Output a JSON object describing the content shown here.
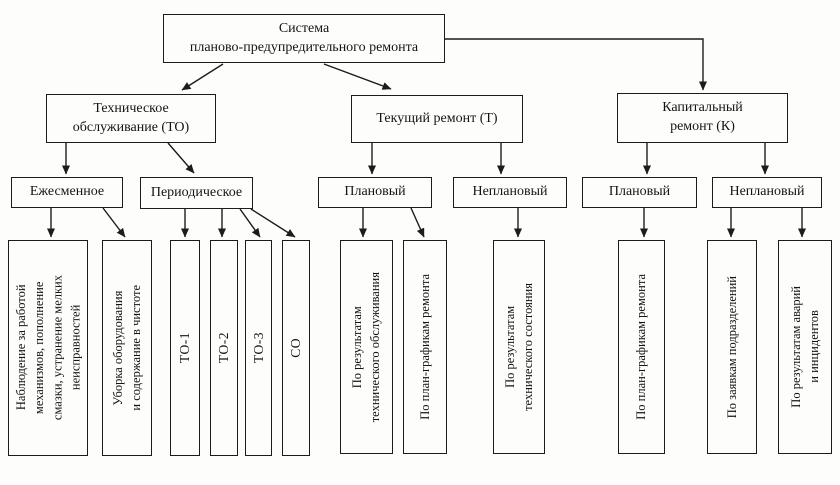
{
  "diagram": {
    "title": "Система планово-предупредительного ремонта",
    "type": "hierarchy-flowchart",
    "colors": {
      "line": "#1c1c1c",
      "box_border": "#1c1c1c",
      "background": "#fdfdfc",
      "text": "#141414"
    },
    "nodes": {
      "root": "Система\nпланово-предупредительного ремонта",
      "to": "Техническое\nобслуживание (ТО)",
      "current": "Текущий ремонт (Т)",
      "capital": "Капитальный\nремонт (К)",
      "ezhesmennoe": "Ежесменное",
      "periodicheskoe": "Периодическое",
      "t_planovyi": "Плановый",
      "t_neplanovyi": "Неплановый",
      "k_planovyi": "Плановый",
      "k_neplanovyi": "Неплановый",
      "leaf_nablyudenie": "Наблюдение за работой\nмеханизмов, пополнение\nсмазки, устранение мелких\nнеисправностей",
      "leaf_uborka": "Уборка оборудования\nи содержание в чистоте",
      "leaf_to1": "ТО-1",
      "leaf_to2": "ТО-2",
      "leaf_to3": "ТО-3",
      "leaf_so": "СО",
      "leaf_po_rezultatam_to": "По результатам\nтехнического обслуживания",
      "leaf_plan_grafiki_t": "По план-графикам ремонта",
      "leaf_po_rezultatam_sostoyaniya": "По результатам\nтехнического состояния",
      "leaf_plan_grafiki_k": "По план-графикам ремонта",
      "leaf_po_zayavkam": "По заявкам подразделений",
      "leaf_avarii": "По результатам аварий\nи инцидентов"
    },
    "edges": [
      [
        "root",
        "to"
      ],
      [
        "root",
        "current"
      ],
      [
        "root",
        "capital"
      ],
      [
        "to",
        "ezhesmennoe"
      ],
      [
        "to",
        "periodicheskoe"
      ],
      [
        "ezhesmennoe",
        "leaf_nablyudenie"
      ],
      [
        "ezhesmennoe",
        "leaf_uborka"
      ],
      [
        "periodicheskoe",
        "leaf_to1"
      ],
      [
        "periodicheskoe",
        "leaf_to2"
      ],
      [
        "periodicheskoe",
        "leaf_to3"
      ],
      [
        "periodicheskoe",
        "leaf_so"
      ],
      [
        "current",
        "t_planovyi"
      ],
      [
        "current",
        "t_neplanovyi"
      ],
      [
        "t_planovyi",
        "leaf_po_rezultatam_to"
      ],
      [
        "t_planovyi",
        "leaf_plan_grafiki_t"
      ],
      [
        "t_neplanovyi",
        "leaf_po_rezultatam_sostoyaniya"
      ],
      [
        "capital",
        "k_planovyi"
      ],
      [
        "capital",
        "k_neplanovyi"
      ],
      [
        "k_planovyi",
        "leaf_plan_grafiki_k"
      ],
      [
        "k_neplanovyi",
        "leaf_po_zayavkam"
      ],
      [
        "k_neplanovyi",
        "leaf_avarii"
      ]
    ]
  }
}
